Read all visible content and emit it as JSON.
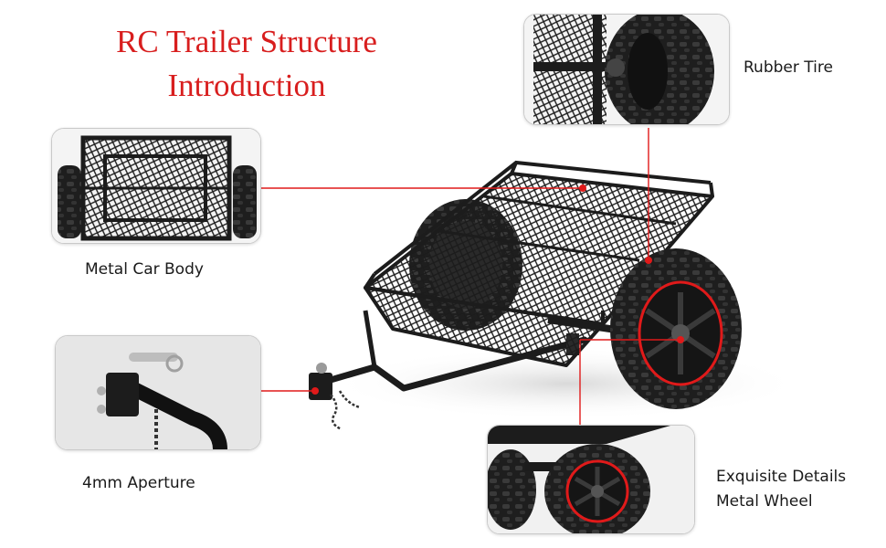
{
  "title": {
    "line1": "RC Trailer Structure",
    "line2": "Introduction"
  },
  "callouts": {
    "rubber_tire": "Rubber Tire",
    "metal_body": "Metal Car Body",
    "aperture": "4mm Aperture",
    "wheel_line1": "Exquisite Details",
    "wheel_line2": "Metal Wheel"
  },
  "colors": {
    "title": "#d81e1e",
    "leader_line": "#e01a1a",
    "metal": "#1c1c1c",
    "rim_accent": "#e01a1a"
  }
}
